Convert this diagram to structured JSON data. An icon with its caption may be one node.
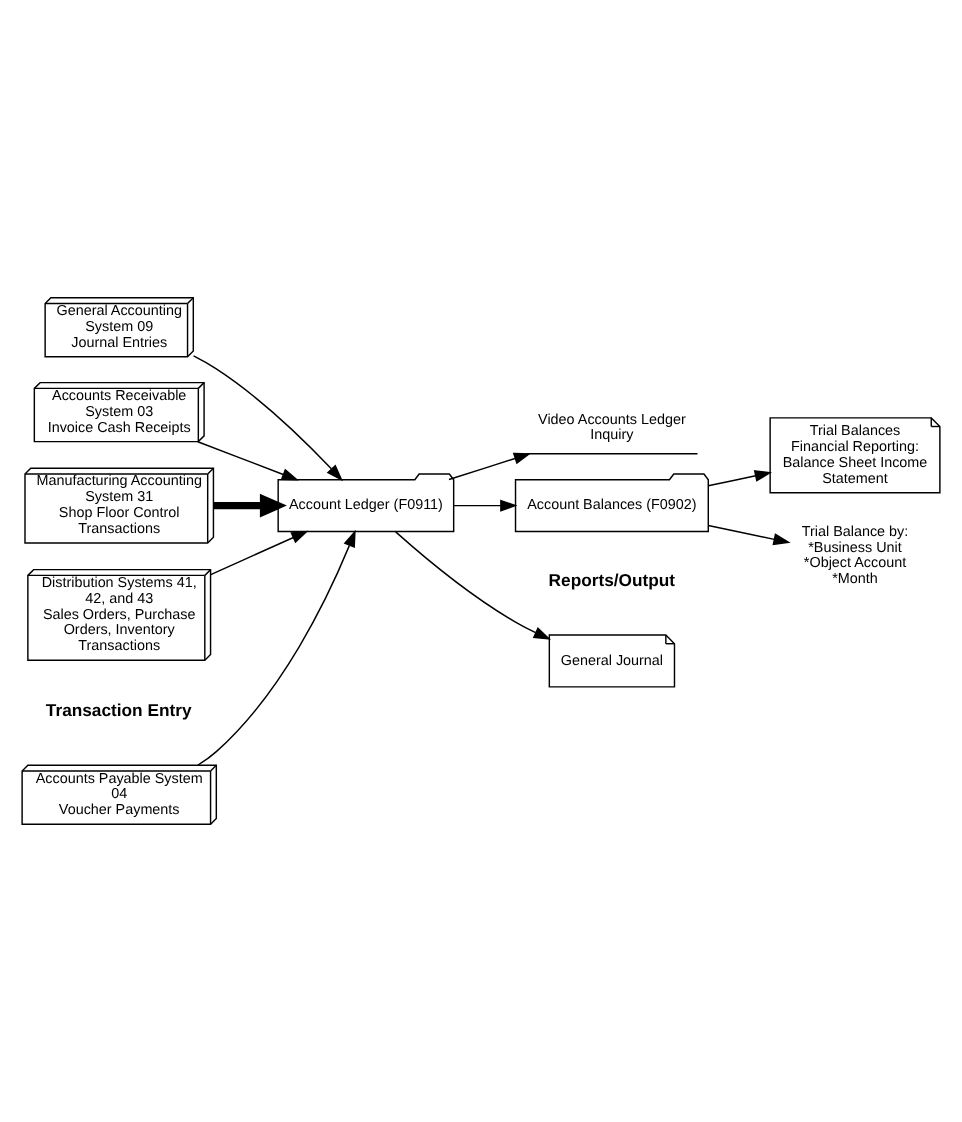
{
  "diagram": {
    "nodes": [
      {
        "text": [
          "Accounts Payable System 04",
          "Voucher Payments"
        ]
      },
      {
        "text": [
          "General Accounting System 09",
          "Journal Entries"
        ]
      },
      {
        "text": [
          "Accounts Receivable System 03",
          "Invoice Cash Receipts"
        ]
      },
      {
        "text": [
          "Manufacturing Accounting System 31",
          "Shop Floor Control Transactions"
        ]
      },
      {
        "text": [
          "Distribution Systems 41, 42, and 43",
          "Sales Orders, Purchase Orders, Inventory Transactions"
        ]
      },
      {
        "text": [
          "Account Ledger (F0911)"
        ]
      },
      {
        "text": [
          "General Journal"
        ]
      },
      {
        "text": [
          "Video Accounts Ledger Inquiry"
        ]
      },
      {
        "text": [
          "Account Balances (F0902)"
        ]
      },
      {
        "text": [
          "Trial Balances",
          "Financial Reporting: Balance Sheet Income Statement"
        ]
      },
      {
        "text": [
          "Trial Balance by:",
          "*Business Unit",
          "*Object Account",
          "*Month"
        ]
      }
    ],
    "edges": [
      {
        "from": 0,
        "to": 5,
        "arrow": "to"
      },
      {
        "from": 1,
        "to": 5,
        "arrow": "to"
      },
      {
        "from": 2,
        "to": 5,
        "arrow": "to"
      },
      {
        "from": 3,
        "to": 5,
        "arrow": "to",
        "style": "thick"
      },
      {
        "from": 4,
        "to": 5,
        "arrow": "to"
      },
      {
        "from": 5,
        "to": 6,
        "arrow": "to"
      },
      {
        "from": 5,
        "to": 7,
        "arrow": "to"
      },
      {
        "from": 5,
        "to": 8,
        "arrow": "to"
      },
      {
        "from": 8,
        "to": 9,
        "arrow": "to"
      },
      {
        "from": 8,
        "to": 10,
        "arrow": "to"
      }
    ],
    "labels": [
      "Transaction Entry",
      "Reports/Output"
    ]
  }
}
